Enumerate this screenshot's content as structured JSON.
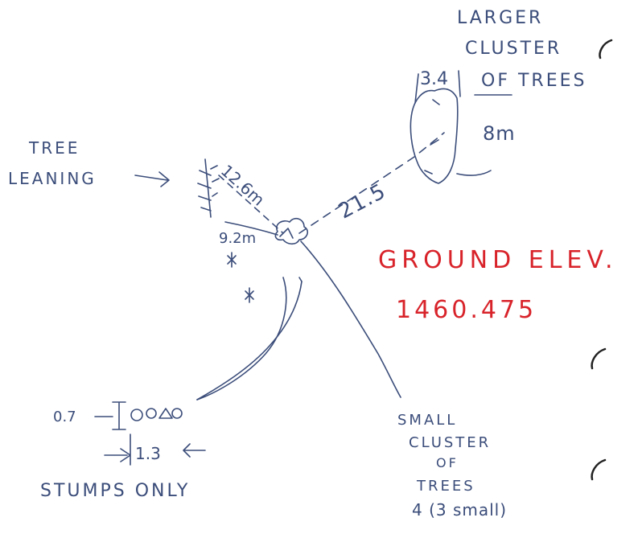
{
  "colors": {
    "ink": "#3b4d7a",
    "red_ink": "#d8232a",
    "paper": "#ffffff",
    "binder_mark": "#222222"
  },
  "larger_cluster": {
    "label_line1": "LARGER",
    "label_line2": "CLUSTER",
    "label_line3": "OF TREES",
    "height": "3.4",
    "width": "8m"
  },
  "leaning_tree": {
    "label_line1": "TREE",
    "label_line2": "LEANING"
  },
  "distances": {
    "leaning_to_center": "12.6m",
    "center_to_larger_cluster": "21.5",
    "center_to_leaning_base": "9.2m"
  },
  "ground_elevation": {
    "label": "GROUND ELEV.",
    "value": "1460.475"
  },
  "stumps": {
    "height": "0.7",
    "width": "1.3",
    "label": "STUMPS ONLY"
  },
  "small_cluster": {
    "line1": "SMALL",
    "line2": "CLUSTER",
    "line3": "OF",
    "line4": "TREES",
    "count": "4 (3 small)"
  }
}
